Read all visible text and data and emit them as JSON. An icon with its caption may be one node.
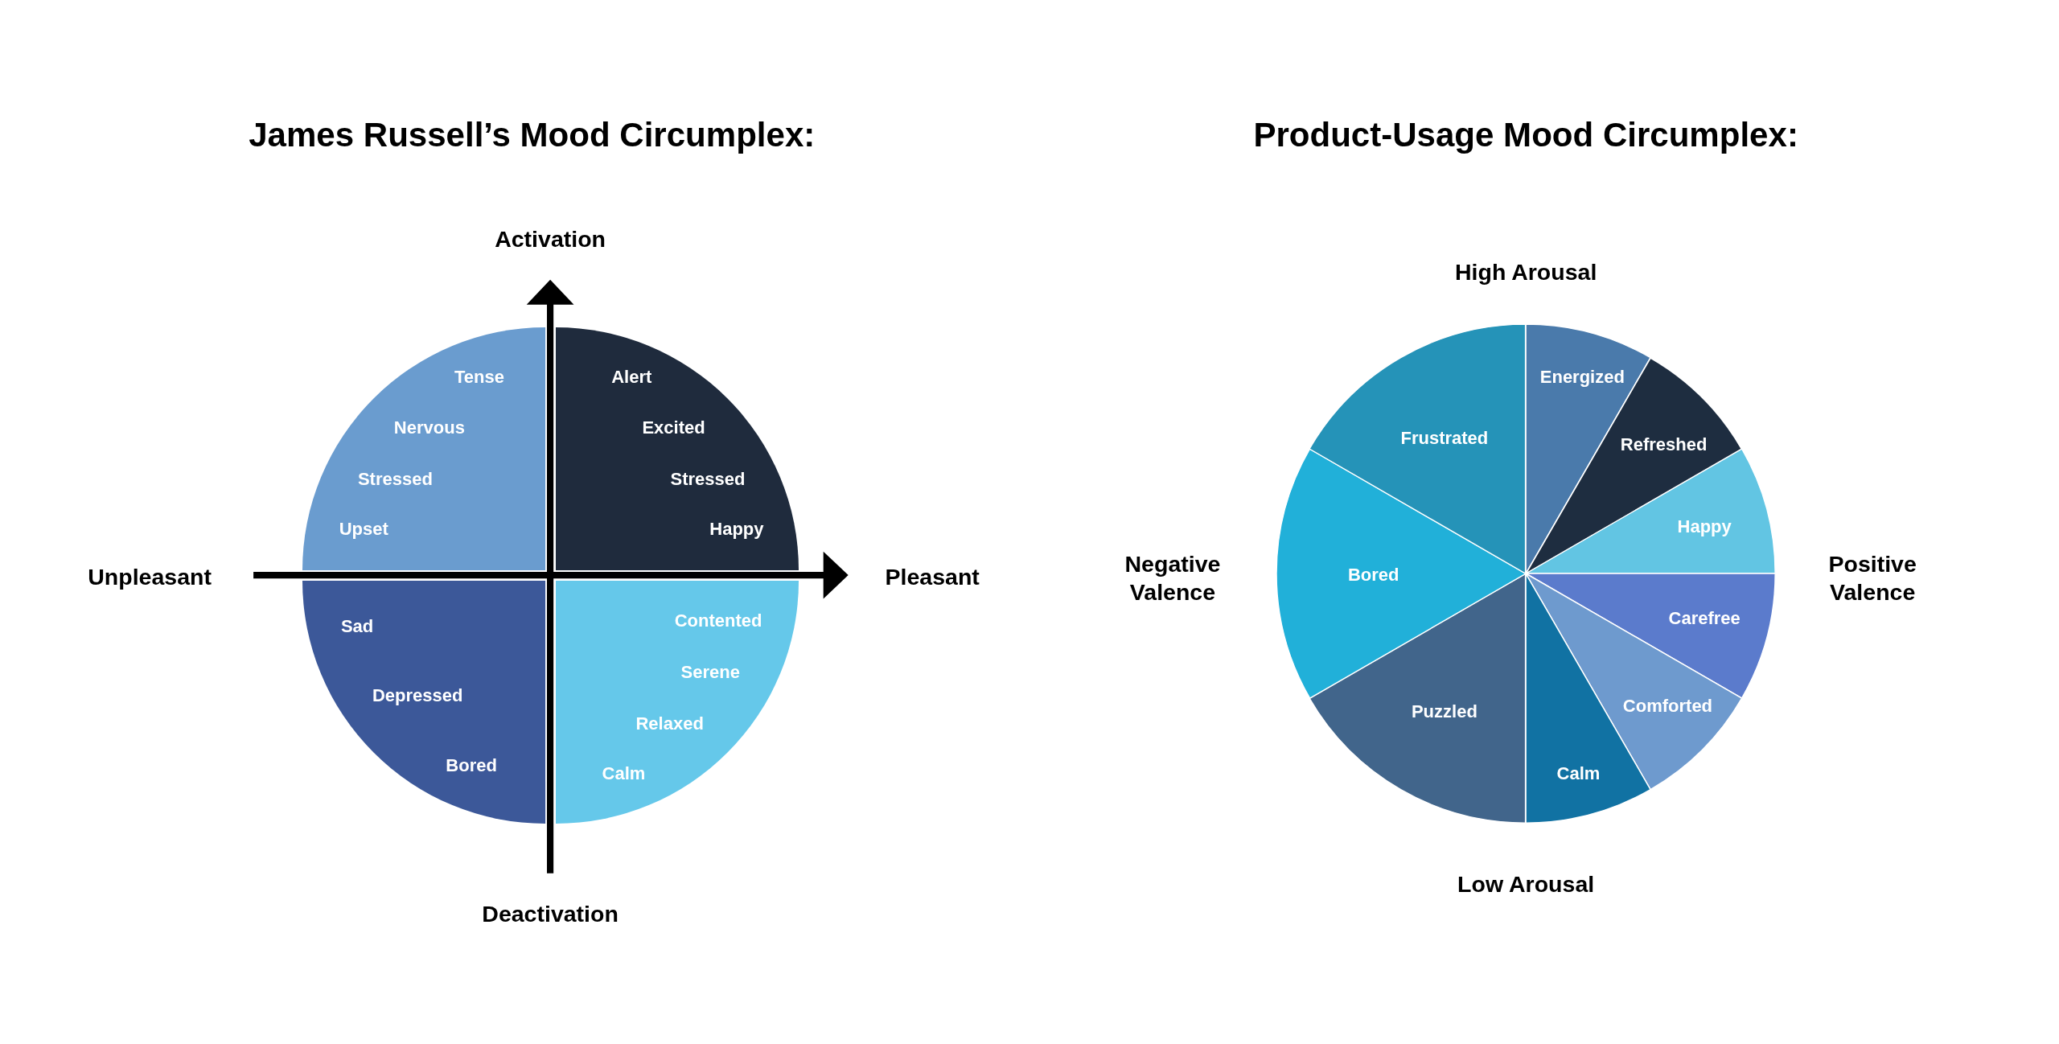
{
  "diagram": {
    "nodes": [
      {
        "text": [
          "Tense",
          "Nervous",
          "Stressed",
          "Upset"
        ]
      },
      {
        "text": [
          "Alert",
          "Excited",
          "Stressed",
          "Happy"
        ]
      },
      {
        "text": [
          "Sad",
          "Depressed",
          "Bored"
        ]
      },
      {
        "text": [
          "Contented",
          "Serene",
          "Relaxed",
          "Calm"
        ]
      },
      {
        "text": [
          "Energized"
        ]
      },
      {
        "text": [
          "Refreshed"
        ]
      },
      {
        "text": [
          "Happy"
        ]
      },
      {
        "text": [
          "Carefree"
        ]
      },
      {
        "text": [
          "Comforted"
        ]
      },
      {
        "text": [
          "Calm"
        ]
      },
      {
        "text": [
          "Puzzled"
        ]
      },
      {
        "text": [
          "Bored"
        ]
      },
      {
        "text": [
          "Frustrated"
        ]
      }
    ],
    "labels": [
      "James Russell’s Mood Circumplex:",
      "Product-Usage Mood Circumplex:",
      "Activation",
      "High Arousal",
      "Negative Valence",
      "Unpleasant",
      "Pleasant",
      "Positive Valence",
      "Deactivation",
      "Low Arousal"
    ]
  }
}
